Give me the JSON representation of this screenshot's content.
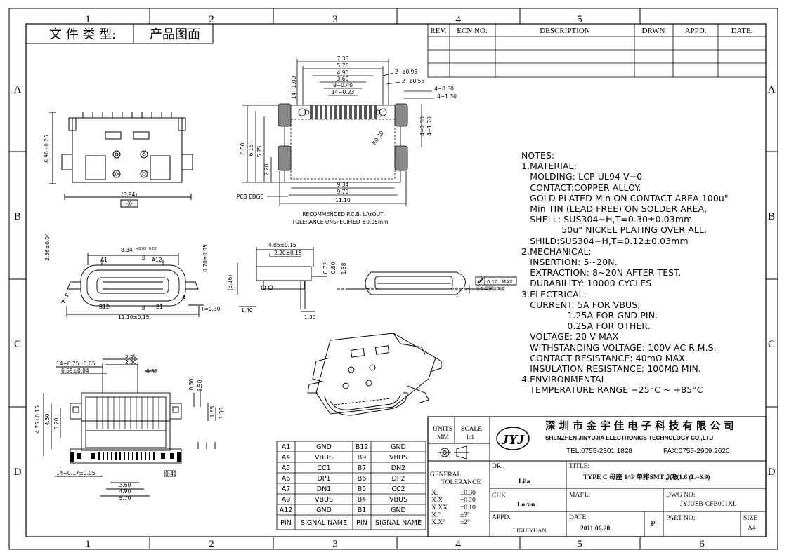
{
  "doc_type_label": "文 件 类 型:",
  "doc_type_value": "产品图面",
  "zones": {
    "columns": [
      "1",
      "2",
      "3",
      "4",
      "5",
      "6"
    ],
    "rows": [
      "A",
      "B",
      "C",
      "D"
    ]
  },
  "revision_table": {
    "headers": [
      "REV.",
      "ECN NO.",
      "DESCRIPTION",
      "DRWN",
      "APPD.",
      "DATE."
    ]
  },
  "pcb": {
    "top_dims": [
      "7.33",
      "5.70",
      "4.90",
      "3.60",
      "9−0.40",
      "14−0.23"
    ],
    "hole_dims": [
      "2−ø0.95",
      "2−ø0.55"
    ],
    "pad_dims": [
      "4−0.60",
      "4−1.30"
    ],
    "side_dims": [
      "4−2.30",
      "4−1.70"
    ],
    "left_dims": [
      "14−1.00",
      "6.50",
      "6.15",
      "5.75",
      "2.20"
    ],
    "radius": "R0.30",
    "bottom_dims": [
      "9.34",
      "9.70",
      "11.10"
    ],
    "pcb_edge": "PCB EDGE",
    "caption": "RECOMMENDED  P.C.B. LAYOUT",
    "tolerance": "TOLERANCE UNSPECIFIED ±0.05mm"
  },
  "top_view": {
    "height_dim": "6.90±0.25",
    "width_dim": "(8.94)",
    "datum": "-X-"
  },
  "front_view": {
    "width_dim": "8.34",
    "width_tol": "+0.08 -0.05",
    "height_dim": "2.56±0.04",
    "inner_dim": "0.70±0.05",
    "labels": [
      "A1",
      "B",
      "A12",
      "B12",
      "B",
      "B1",
      "A",
      "A",
      "A"
    ],
    "thickness": "T=0.30",
    "bottom_dim": "11.10±0.15"
  },
  "side_view": {
    "dims": [
      "4.05±0.15",
      "2.20±0.15",
      "(3.16)",
      "0.72",
      "0.80",
      "1.58",
      "1.40",
      "1.30"
    ]
  },
  "flat_view": {
    "flatness": "0.10",
    "flatness_unit": "MAX",
    "note": "所有焊脚共面度"
  },
  "bottom_view": {
    "top_dims": [
      "14−0.25±0.05",
      "6.69±0.04",
      "5.50",
      "2.50",
      "0.50"
    ],
    "right_dims": [
      "0.50",
      "3.50",
      "1.65",
      "1.35"
    ],
    "left_dims": [
      "4.75±0.15",
      "4.50",
      "3.20"
    ],
    "bottom_dims": [
      "14−0.17±0.05",
      "0.40",
      "3.60",
      "4.90",
      "5.70"
    ]
  },
  "notes": {
    "lines": [
      "NOTES:",
      "1.MATERIAL:",
      "   MOLDING: LCP UL94 V−0",
      "   CONTACT:COPPER ALLOY.",
      "   GOLD PLATED Min ON CONTACT AREA,100u\"",
      "   Min TIN (LEAD FREE) ON SOLDER AREA,",
      "   SHELL: SUS304−H,T=0.30±0.03mm",
      "              50u\" NICKEL PLATING OVER ALL.",
      "   SHILD:SUS304−H,T=0.12±0.03mm",
      "2.MECHANICAL:",
      "   INSERTION: 5~20N.",
      "   EXTRACTION: 8~20N AFTER TEST.",
      "   DURABILITY: 10000 CYCLES",
      "3.ELECTRICAL:",
      "   CURRENT: 5A FOR VBUS;",
      "                1.25A FOR GND PIN.",
      "                0.25A FOR OTHER.",
      "   VOLTAGE: 20 V MAX",
      "   WITHSTANDING VOLTAGE: 100V AC R.M.S.",
      "   CONTACT RESISTANCE: 40mΩ MAX.",
      "   INSULATION RESISTANCE: 100MΩ MIN.",
      "4.ENVIRONMENTAL",
      "   TEMPERATURE RANGE −25°C ~ +85°C"
    ]
  },
  "pin_table": {
    "rows": [
      [
        "A1",
        "GND",
        "B12",
        "GND"
      ],
      [
        "A4",
        "VBUS",
        "B9",
        "VBUS"
      ],
      [
        "A5",
        "CC1",
        "B7",
        "DN2"
      ],
      [
        "A6",
        "DP1",
        "B6",
        "DP2"
      ],
      [
        "A7",
        "DN1",
        "B5",
        "CC2"
      ],
      [
        "A9",
        "VBUS",
        "B4",
        "VBUS"
      ],
      [
        "A12",
        "GND",
        "B1",
        "GND"
      ]
    ],
    "header": [
      "PIN",
      "SIGNAL NAME",
      "PIN",
      "SIGNAL NAME"
    ]
  },
  "title_block": {
    "units_label": "UNITS",
    "units_value": "MM",
    "scale_label": "SCALE",
    "scale_value": "1:1",
    "logo": "JYJ",
    "company_cn": "深 圳 市 金 宇 佳 电 子 科 技 有 限 公 司",
    "company_en": "SHENZHEN JINYUJIA ELECTRONICS TECHNOLOGY CO.,LTD",
    "tel": "TEL:0755-2301 1828",
    "fax": "FAX:0755-2909 2620",
    "tolerance_label": "GENERAL\nTOLERANCE",
    "tolerances": [
      [
        "X.",
        "±0.30"
      ],
      [
        "X.X",
        "±0.20"
      ],
      [
        "X.XX",
        "±0.10"
      ],
      [
        "X.°",
        "±3°"
      ],
      [
        "X.X°",
        "±2°"
      ]
    ],
    "dr_label": "DR.",
    "dr_value": "Lila",
    "chk_label": "CHK.",
    "chk_value": "Loran",
    "appd_label": "APPD.",
    "appd_value": "LIGUIYUAN",
    "title_label": "TITLE:",
    "title_value": "TYPE C 母座 14P 单排SMT 沉板1.6 (L=6.9)",
    "matl_label": "MAT'L:",
    "dwg_label": "DWG NO:",
    "dwg_value": "JYJUSB-CFB001XL",
    "date_label": "DATE:",
    "date_value": "2011.06.28",
    "rev_value": "P",
    "part_label": "PART NO:",
    "size_label": "SIZE",
    "size_value": "A4"
  }
}
